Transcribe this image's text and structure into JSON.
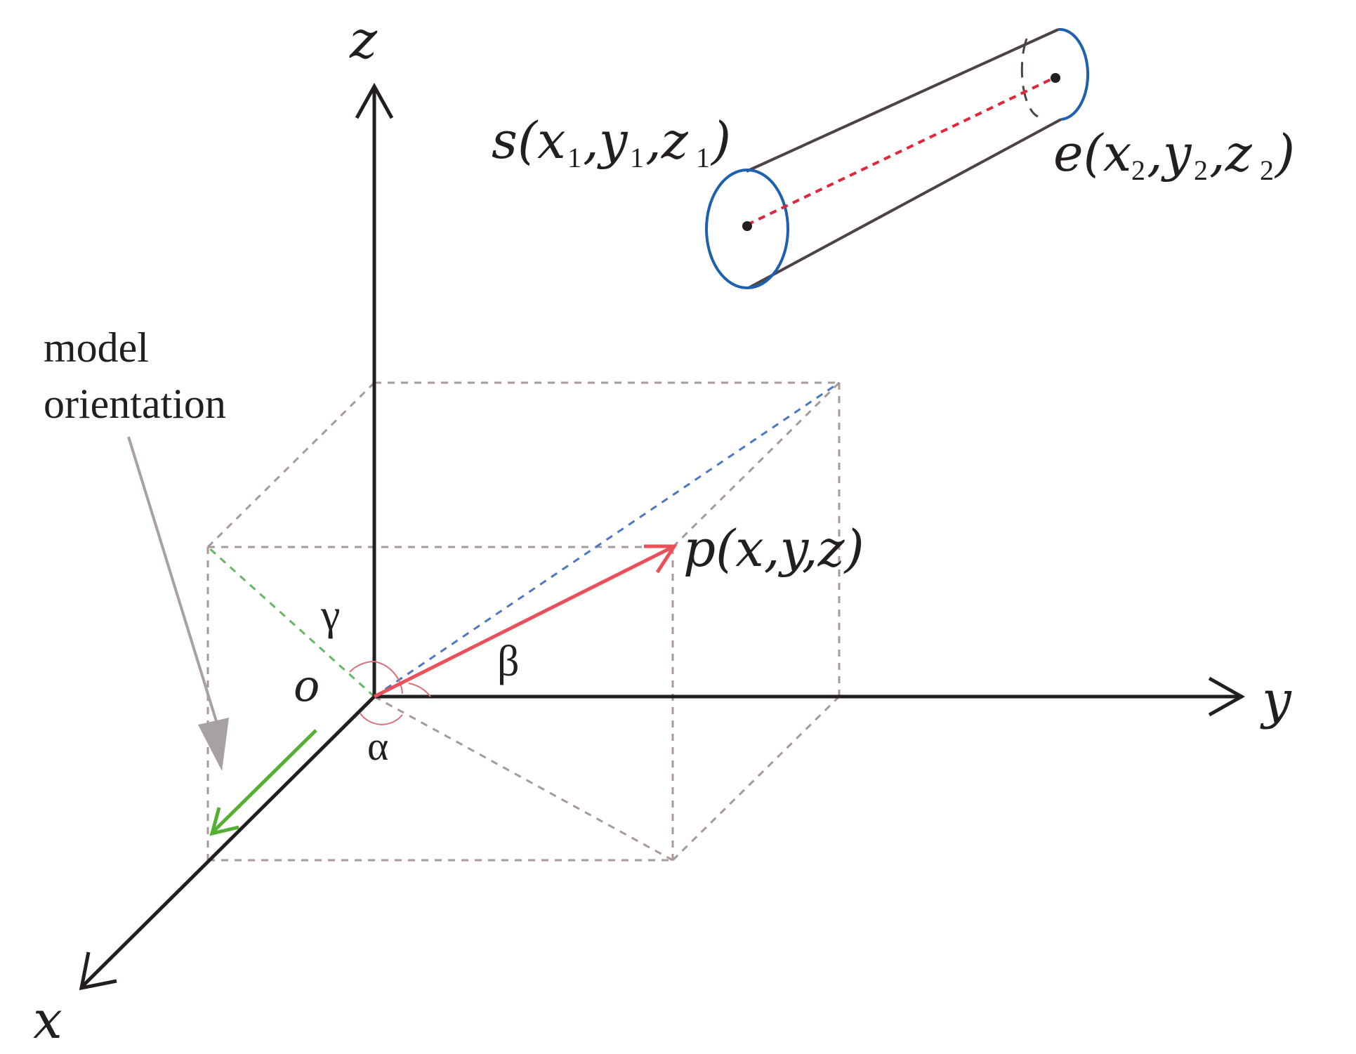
{
  "axes": {
    "z": "z",
    "y": "y",
    "x": "x",
    "origin": "o"
  },
  "angles": {
    "alpha": "α",
    "beta": "β",
    "gamma": "γ"
  },
  "point": {
    "label": "p(x,y,z)"
  },
  "cylinder": {
    "start_label": "s(x1,y1,z1)",
    "end_label": "e(x2,y2,z2)"
  },
  "annotation": {
    "line1": "model",
    "line2": "orientation"
  },
  "colors": {
    "axis": "#231f20",
    "box_dashed": "#a79a97",
    "vector_p": "#e9505a",
    "projection_blue": "#4a78c2",
    "projection_green": "#63b864",
    "orientation_arrow": "#53b032",
    "cylinder_rim": "#1d5fb0",
    "cylinder_body": "#4d4345",
    "axis_line_dash_red": "#e0263a",
    "annotation_arrow": "#a8a1a3",
    "angle_arc": "#d9707a"
  }
}
